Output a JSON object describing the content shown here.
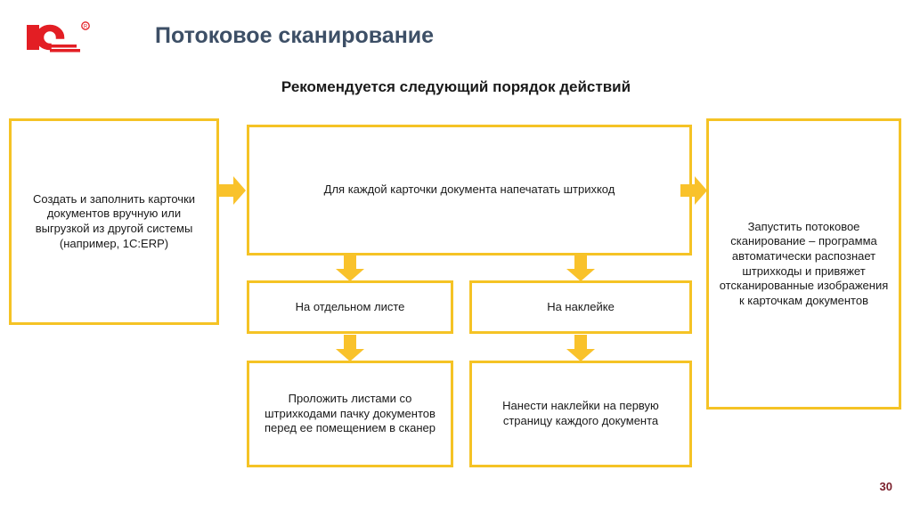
{
  "slide": {
    "title": "Потоковое сканирование",
    "subtitle": "Рекомендуется следующий порядок действий",
    "page_number": "30",
    "logo_alt": "1C",
    "accent_color": "#F5C325",
    "title_color": "#3d4f66",
    "page_number_color": "#7a1f2b",
    "logo_color": "#E31E24"
  },
  "flow": {
    "boxes": [
      {
        "id": "create-cards",
        "text": "Создать и заполнить карточки документов вручную или выгрузкой из другой системы (например, 1C:ERP)"
      },
      {
        "id": "print-barcode",
        "text": "Для каждой карточки документа напечатать штрихкод"
      },
      {
        "id": "launch-scanning",
        "text": "Запустить потоковое сканирование – программа автоматически распознает штрихкоды и привяжет отсканированные изображения к карточкам документов"
      },
      {
        "id": "separate-sheet",
        "text": "На отдельном листе"
      },
      {
        "id": "on-sticker",
        "text": "На наклейке"
      },
      {
        "id": "interleave-sheets",
        "text": "Проложить листами со штрихкодами пачку документов перед ее помещением в сканер"
      },
      {
        "id": "apply-stickers",
        "text": "Нанести наклейки на первую страницу каждого документа"
      }
    ],
    "arrows": [
      {
        "id": "create-to-print",
        "direction": "right"
      },
      {
        "id": "print-to-launch",
        "direction": "right"
      },
      {
        "id": "print-to-sheet",
        "direction": "down"
      },
      {
        "id": "print-to-sticker",
        "direction": "down"
      },
      {
        "id": "sheet-to-interleave",
        "direction": "down"
      },
      {
        "id": "sticker-to-apply",
        "direction": "down"
      }
    ]
  }
}
